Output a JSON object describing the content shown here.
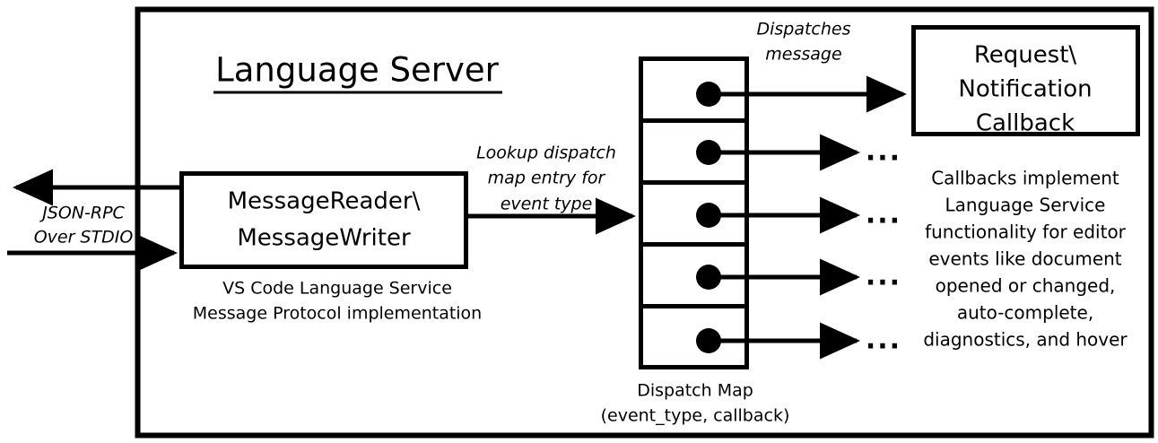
{
  "diagram": {
    "title": "Language Server",
    "outer_frame": {
      "name": "language-server-boundary"
    },
    "external_channel": {
      "label_line1": "JSON-RPC",
      "label_line2": "Over STDIO",
      "outbound_arrow": "arrow-left-outbound",
      "inbound_arrow": "arrow-right-inbound"
    },
    "message_io_box": {
      "line1": "MessageReader\\",
      "line2": "MessageWriter",
      "fill": "#EAE6F1",
      "caption_line1": "VS Code Language Service",
      "caption_line2": "Message Protocol implementation"
    },
    "lookup_edge": {
      "line1": "Lookup dispatch",
      "line2": "map entry for",
      "line3": "event type"
    },
    "dispatch_map": {
      "caption_line1": "Dispatch Map",
      "caption_line2": "(event_type, callback)",
      "fill": "#FBE5D6",
      "rows": [
        {
          "index": 1,
          "target": "callback"
        },
        {
          "index": 2,
          "target": "ellipsis"
        },
        {
          "index": 3,
          "target": "ellipsis"
        },
        {
          "index": 4,
          "target": "ellipsis"
        },
        {
          "index": 5,
          "target": "ellipsis"
        }
      ],
      "ellipsis": "..."
    },
    "dispatch_edge": {
      "line1": "Dispatches",
      "line2": "message"
    },
    "callback_box": {
      "line1": "Request\\",
      "line2": "Notification",
      "line3": "Callback",
      "fill": "#E8EFDE"
    },
    "callback_note": {
      "lines": [
        "Callbacks implement",
        "Language Service",
        "functionality for editor",
        "events like document",
        "opened or changed,",
        "auto-complete,",
        "diagnostics, and hover"
      ]
    }
  }
}
